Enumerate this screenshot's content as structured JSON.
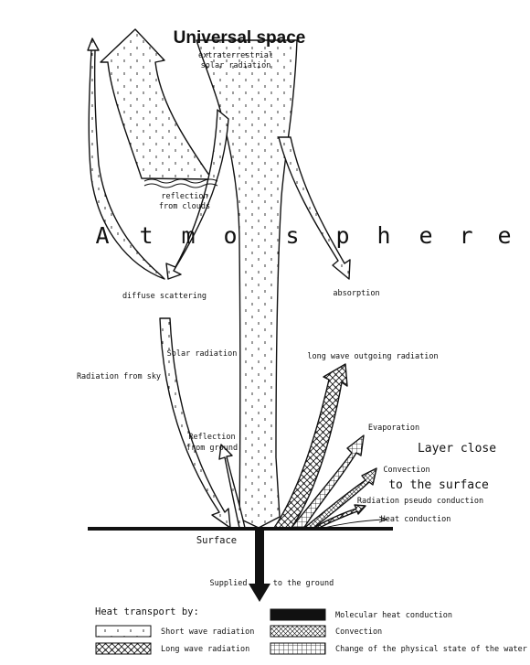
{
  "title": "Universal space",
  "atmosphere_letters": [
    "A",
    "t",
    "m",
    "o",
    "s",
    "p",
    "h",
    "e",
    "r",
    "e"
  ],
  "labels": {
    "extraterrestrial_line1": "extraterrestrial",
    "extraterrestrial_line2": "solar radiation",
    "reflection_clouds_line1": "reflection",
    "reflection_clouds_line2": "from clouds",
    "diffuse_scattering": "diffuse scattering",
    "absorption": "absorption",
    "solar_radiation": "Solar radiation",
    "radiation_from_sky": "Radiation from sky",
    "long_wave_outgoing": "long wave outgoing radiation",
    "evaporation": "Evaporation",
    "layer_close_line1": "Layer close",
    "layer_close_line2": "to the surface",
    "convection": "Convection",
    "radiation_pseudo_conduction": "Radiation pseudo conduction",
    "heat_conduction": "Heat conduction",
    "reflection_ground_line1": "Reflection",
    "reflection_ground_line2": "from ground",
    "surface": "Surface",
    "supplied": "Supplied",
    "to_the_ground": "to the ground"
  },
  "legend": {
    "heading": "Heat transport by:",
    "items": [
      {
        "pattern": "short-wave",
        "label": "Short wave radiation"
      },
      {
        "pattern": "long-wave",
        "label": "Long wave radiation"
      },
      {
        "pattern": "molecular",
        "label": "Molecular heat conduction"
      },
      {
        "pattern": "convection",
        "label": "Convection"
      },
      {
        "pattern": "phase-change",
        "label": "Change of the physical state of the water"
      }
    ]
  },
  "colors": {
    "ink": "#111111",
    "background": "#ffffff",
    "frame": "#f7f7f7"
  }
}
